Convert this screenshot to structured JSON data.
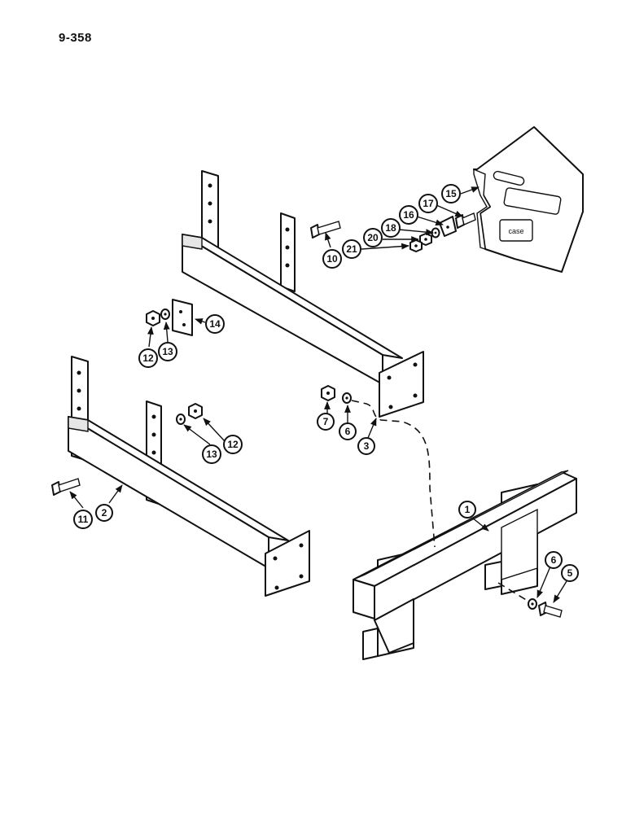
{
  "page": {
    "number": "9-358"
  },
  "callouts": {
    "c1": "1",
    "c2": "2",
    "c3": "3",
    "c5": "5",
    "c6a": "6",
    "c6b": "6",
    "c7": "7",
    "c10": "10",
    "c11": "11",
    "c12a": "12",
    "c12b": "12",
    "c13a": "13",
    "c13b": "13",
    "c14": "14",
    "c15": "15",
    "c16": "16",
    "c17": "17",
    "c18": "18",
    "c20": "20",
    "c21": "21"
  },
  "weight_logo": "case"
}
